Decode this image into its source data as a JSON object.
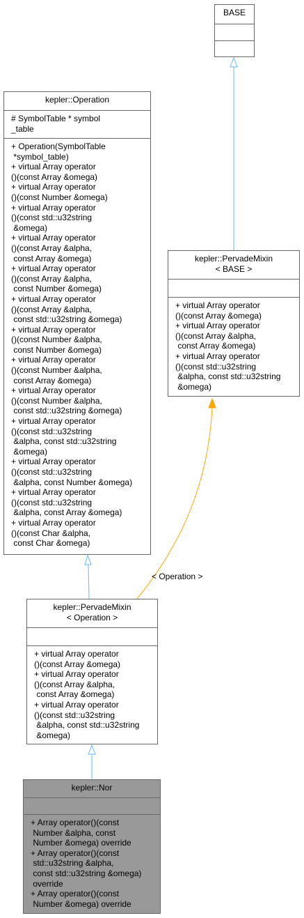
{
  "colors": {
    "inheritance_edge": "#63b8ff",
    "template_edge": "#ffa500",
    "box_border": "#666666",
    "highlight_fill": "#999999"
  },
  "base": {
    "title": [
      "BASE"
    ],
    "attributes": [],
    "methods": []
  },
  "operation": {
    "title": [
      "kepler::Operation"
    ],
    "attributes": [
      "# SymbolTable * symbol",
      "_table"
    ],
    "methods": [
      "+ Operation(SymbolTable",
      " *symbol_table)",
      "+ virtual Array operator",
      "()(const Array &omega)",
      "+ virtual Array operator",
      "()(const Number &omega)",
      "+ virtual Array operator",
      "()(const std::u32string",
      " &omega)",
      "+ virtual Array operator",
      "()(const Array &alpha,",
      " const Array &omega)",
      "+ virtual Array operator",
      "()(const Array &alpha,",
      " const Number &omega)",
      "+ virtual Array operator",
      "()(const Array &alpha,",
      " const std::u32string &omega)",
      "+ virtual Array operator",
      "()(const Number &alpha,",
      " const Number &omega)",
      "+ virtual Array operator",
      "()(const Number &alpha,",
      " const Array &omega)",
      "+ virtual Array operator",
      "()(const Number &alpha,",
      " const std::u32string &omega)",
      "+ virtual Array operator",
      "()(const std::u32string",
      " &alpha, const std::u32string",
      " &omega)",
      "+ virtual Array operator",
      "()(const std::u32string",
      " &alpha, const Number &omega)",
      "+ virtual Array operator",
      "()(const std::u32string",
      " &alpha, const Array &omega)",
      "+ virtual Array operator",
      "()(const Char &alpha,",
      " const Char &omega)"
    ]
  },
  "pervade_base": {
    "title": [
      "kepler::PervadeMixin",
      "< BASE >"
    ],
    "attributes": [],
    "methods": [
      "+ virtual Array operator",
      "()(const Array &omega)",
      "+ virtual Array operator",
      "()(const Array &alpha,",
      " const Array &omega)",
      "+ virtual Array operator",
      "()(const std::u32string",
      " &alpha, const std::u32string",
      " &omega)"
    ]
  },
  "pervade_operation": {
    "title": [
      "kepler::PervadeMixin",
      "< Operation >"
    ],
    "attributes": [],
    "methods": [
      "+ virtual Array operator",
      "()(const Array &omega)",
      "+ virtual Array operator",
      "()(const Array &alpha,",
      " const Array &omega)",
      "+ virtual Array operator",
      "()(const std::u32string",
      " &alpha, const std::u32string",
      " &omega)"
    ]
  },
  "nor": {
    "title": [
      "kepler::Nor"
    ],
    "attributes": [],
    "methods": [
      "+ Array operator()(const",
      " Number &alpha, const",
      " Number &omega) override",
      "+ Array operator()(const",
      " std::u32string &alpha,",
      " const std::u32string &omega)",
      " override",
      "+ Array operator()(const",
      " Number &omega) override"
    ]
  },
  "edge_labels": {
    "template_binding": "< Operation >"
  }
}
